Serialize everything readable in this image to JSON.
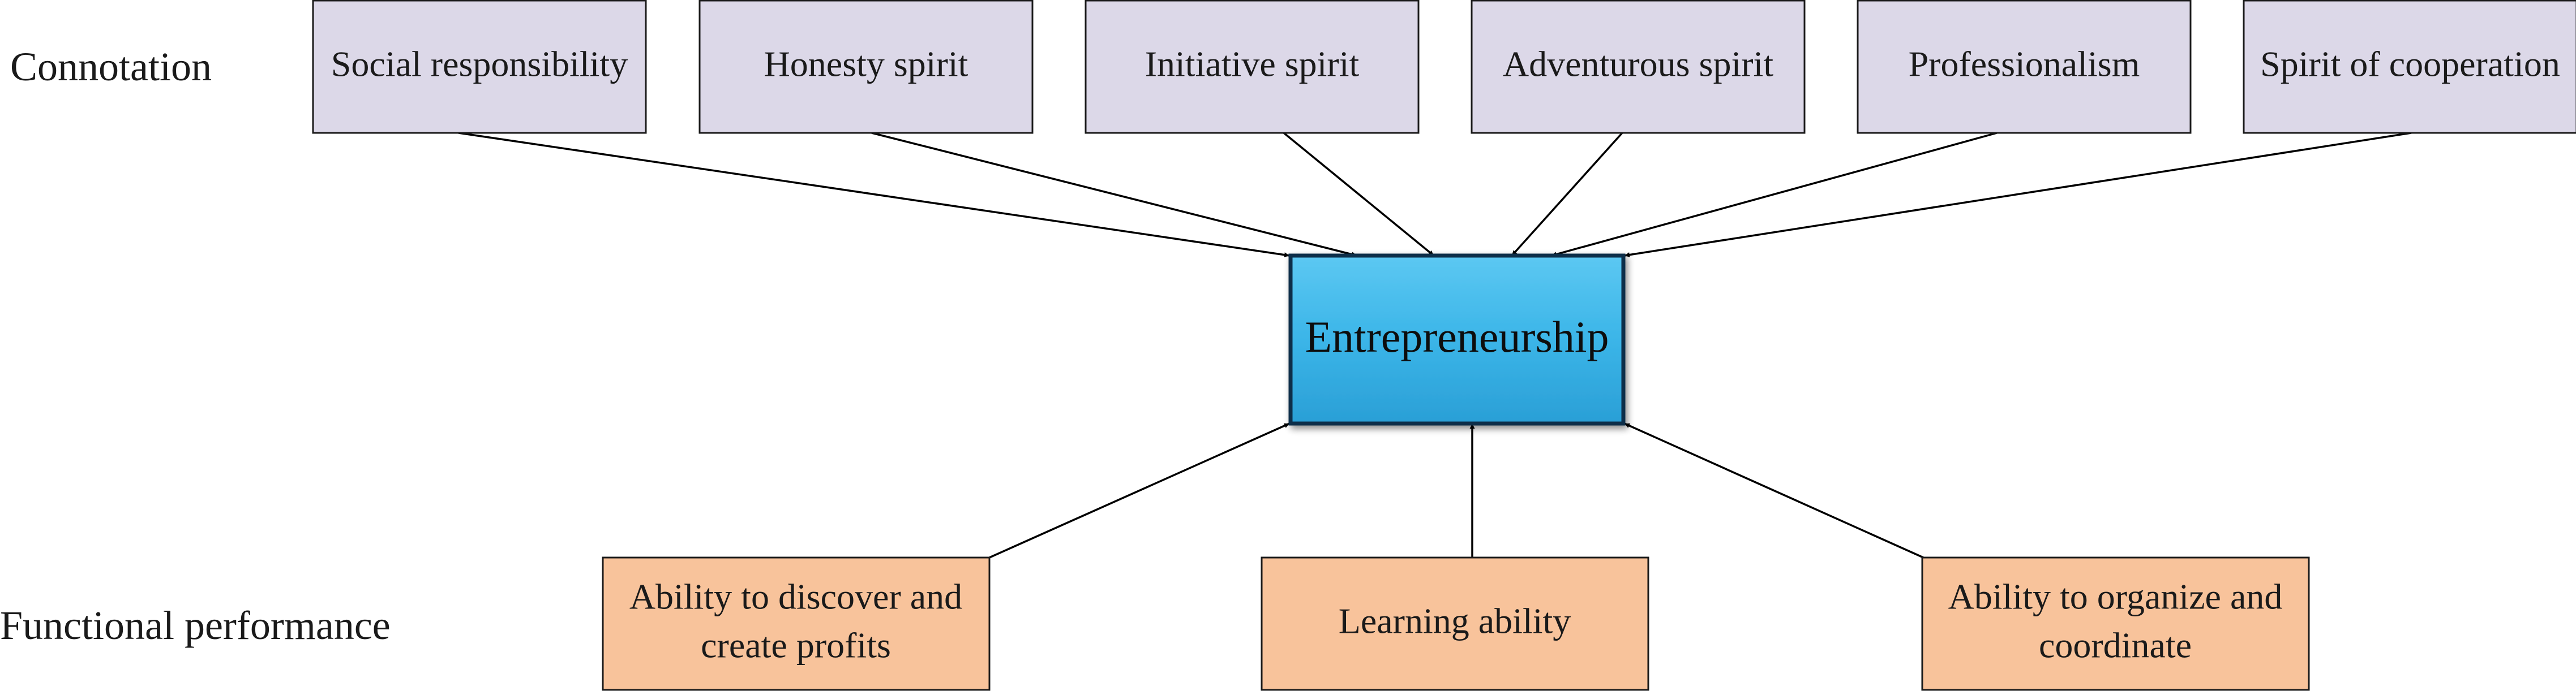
{
  "row_labels": {
    "top": "Connotation",
    "bottom": "Functional performance"
  },
  "center": {
    "label": "Entrepreneurship"
  },
  "connotation": [
    {
      "label": "Social responsibility"
    },
    {
      "label": "Honesty spirit"
    },
    {
      "label": "Initiative spirit"
    },
    {
      "label": "Adventurous spirit"
    },
    {
      "label": "Professionalism"
    },
    {
      "label": "Spirit of cooperation"
    }
  ],
  "functional": [
    {
      "lines": [
        "Ability to discover and",
        "create profits"
      ]
    },
    {
      "lines": [
        "Learning ability"
      ]
    },
    {
      "lines": [
        "Ability to organize and",
        "coordinate"
      ]
    }
  ],
  "colors": {
    "connotation_fill": "#dcd8e8",
    "functional_fill": "#f8c39b",
    "center_fill": "#3bb5e8",
    "center_border": "#0a2d4a",
    "stroke": "#1a1a1a"
  }
}
